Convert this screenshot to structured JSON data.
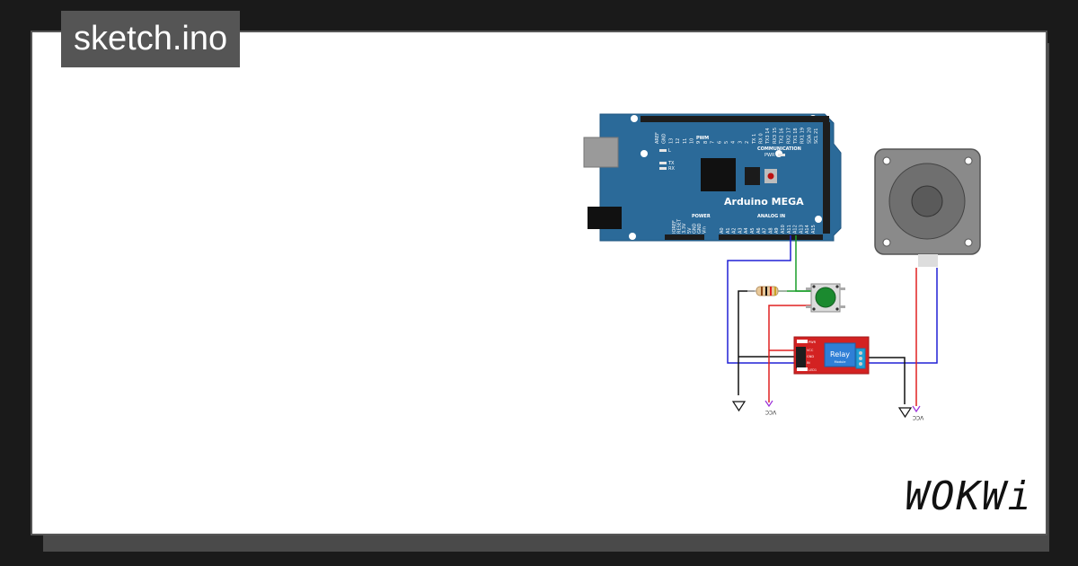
{
  "tab": {
    "title": "sketch.ino"
  },
  "board": {
    "name": "Arduino MEGA",
    "labels": {
      "pwm": "PWM",
      "communication": "COMMUNICATION",
      "power": "POWER",
      "analog_in": "ANALOG IN",
      "pwr": "PWR",
      "l": "L",
      "tx": "TX",
      "rx": "RX"
    },
    "top_pins": [
      "AREF",
      "GND",
      "13",
      "12",
      "11",
      "10",
      "9",
      "8",
      "7",
      "6",
      "5",
      "4",
      "3",
      "2",
      "TX 1",
      "RX 0",
      "TX3 14",
      "RX3 15",
      "TX2 16",
      "RX2 17",
      "TX1 18",
      "RX1 19",
      "SDA 20",
      "SCL 21"
    ],
    "power_pins": [
      "IOREF",
      "RESET",
      "3.3V",
      "5V",
      "GND",
      "GND",
      "Vin"
    ],
    "analog_pins": [
      "A0",
      "A1",
      "A2",
      "A3",
      "A4",
      "A5",
      "A6",
      "A7",
      "A8",
      "A9",
      "A10",
      "A11",
      "A12",
      "A13",
      "A14",
      "A15"
    ]
  },
  "relay": {
    "title": "Relay",
    "subtitle": "Module",
    "pins": [
      "VCC",
      "GND",
      "IN"
    ],
    "led_labels": [
      "PWR",
      "LED1"
    ]
  },
  "power_labels": {
    "vcc": "VCC",
    "vcc2": "VCC"
  },
  "brand": {
    "logo": "WOKWi"
  },
  "colors": {
    "board": "#2b6a99",
    "relay": "#d32222",
    "button": "#1b8a2f",
    "wire_blue": "#2121d6",
    "wire_green": "#1a9e2a",
    "wire_red": "#e02020",
    "wire_black": "#111111"
  }
}
